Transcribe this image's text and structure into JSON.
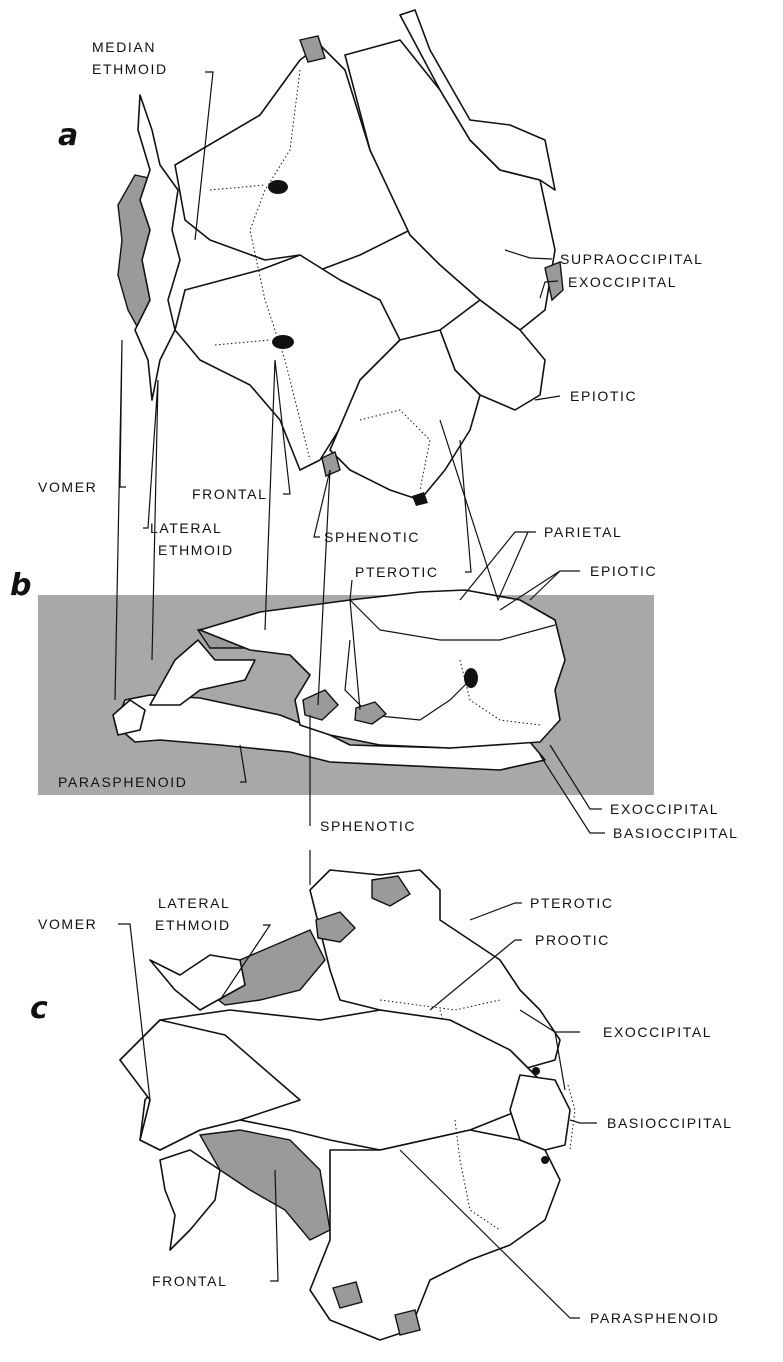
{
  "panels": {
    "a": "a",
    "b": "b",
    "c": "c"
  },
  "labels_a": {
    "median_ethmoid_1": "MEDIAN",
    "median_ethmoid_2": "ETHMOID",
    "supraoccipital": "SUPRAOCCIPITAL",
    "exoccipital": "EXOCCIPITAL",
    "epiotic": "EPIOTIC",
    "vomer": "VOMER",
    "frontal": "FRONTAL",
    "lateral_ethmoid_1": "LATERAL",
    "lateral_ethmoid_2": "ETHMOID",
    "sphenotic": "SPHENOTIC",
    "pterotic": "PTEROTIC",
    "parietal": "PARIETAL"
  },
  "labels_b": {
    "epiotic": "EPIOTIC",
    "parasphenoid": "PARASPHENOID",
    "exoccipital": "EXOCCIPITAL",
    "basioccipital": "BASIOCCIPITAL",
    "sphenotic": "SPHENOTIC"
  },
  "labels_c": {
    "vomer": "VOMER",
    "lateral_ethmoid_1": "LATERAL",
    "lateral_ethmoid_2": "ETHMOID",
    "pterotic": "PTEROTIC",
    "prootic": "PROOTIC",
    "exoccipital": "EXOCCIPITAL",
    "basioccipital": "BASIOCCIPITAL",
    "frontal": "FRONTAL",
    "parasphenoid": "PARASPHENOID"
  },
  "colors": {
    "background_b": "#a8a8a8",
    "ink": "#111111",
    "stipple": "#9a9a9a"
  }
}
